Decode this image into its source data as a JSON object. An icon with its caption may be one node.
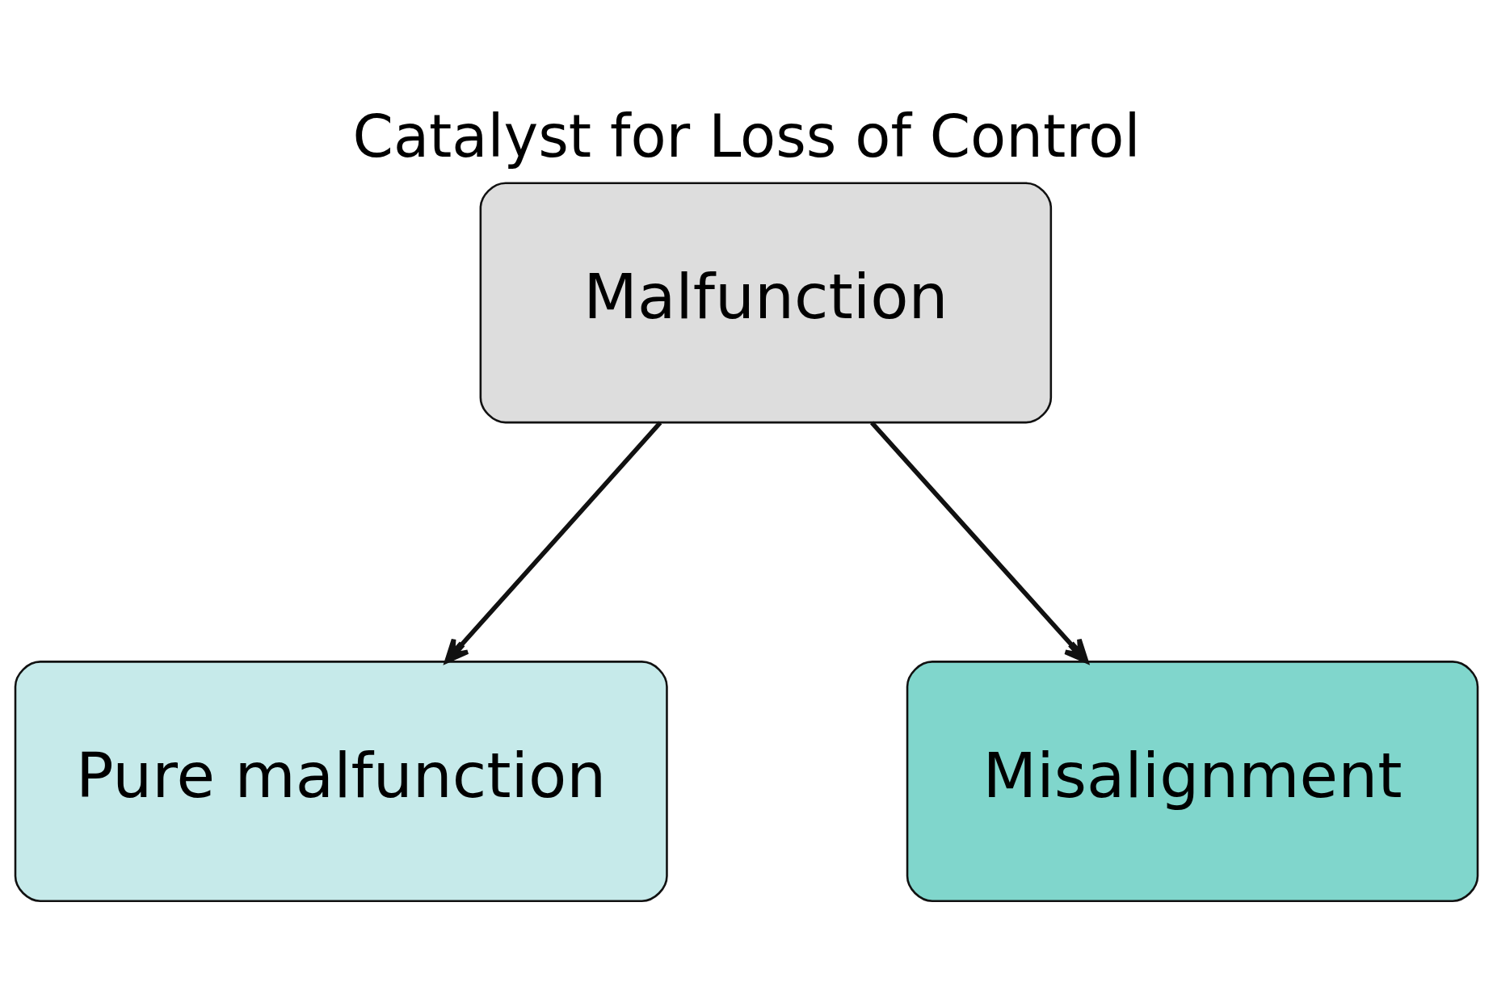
{
  "diagram": {
    "title": "Catalyst for Loss of Control",
    "nodes": [
      {
        "text": [
          "Malfunction"
        ]
      },
      {
        "text": [
          "Pure malfunction"
        ]
      },
      {
        "text": [
          "Misalignment"
        ]
      }
    ],
    "edges": [
      {
        "from": 0,
        "to": 1,
        "arrow": "to"
      },
      {
        "from": 0,
        "to": 2,
        "arrow": "to"
      }
    ]
  }
}
